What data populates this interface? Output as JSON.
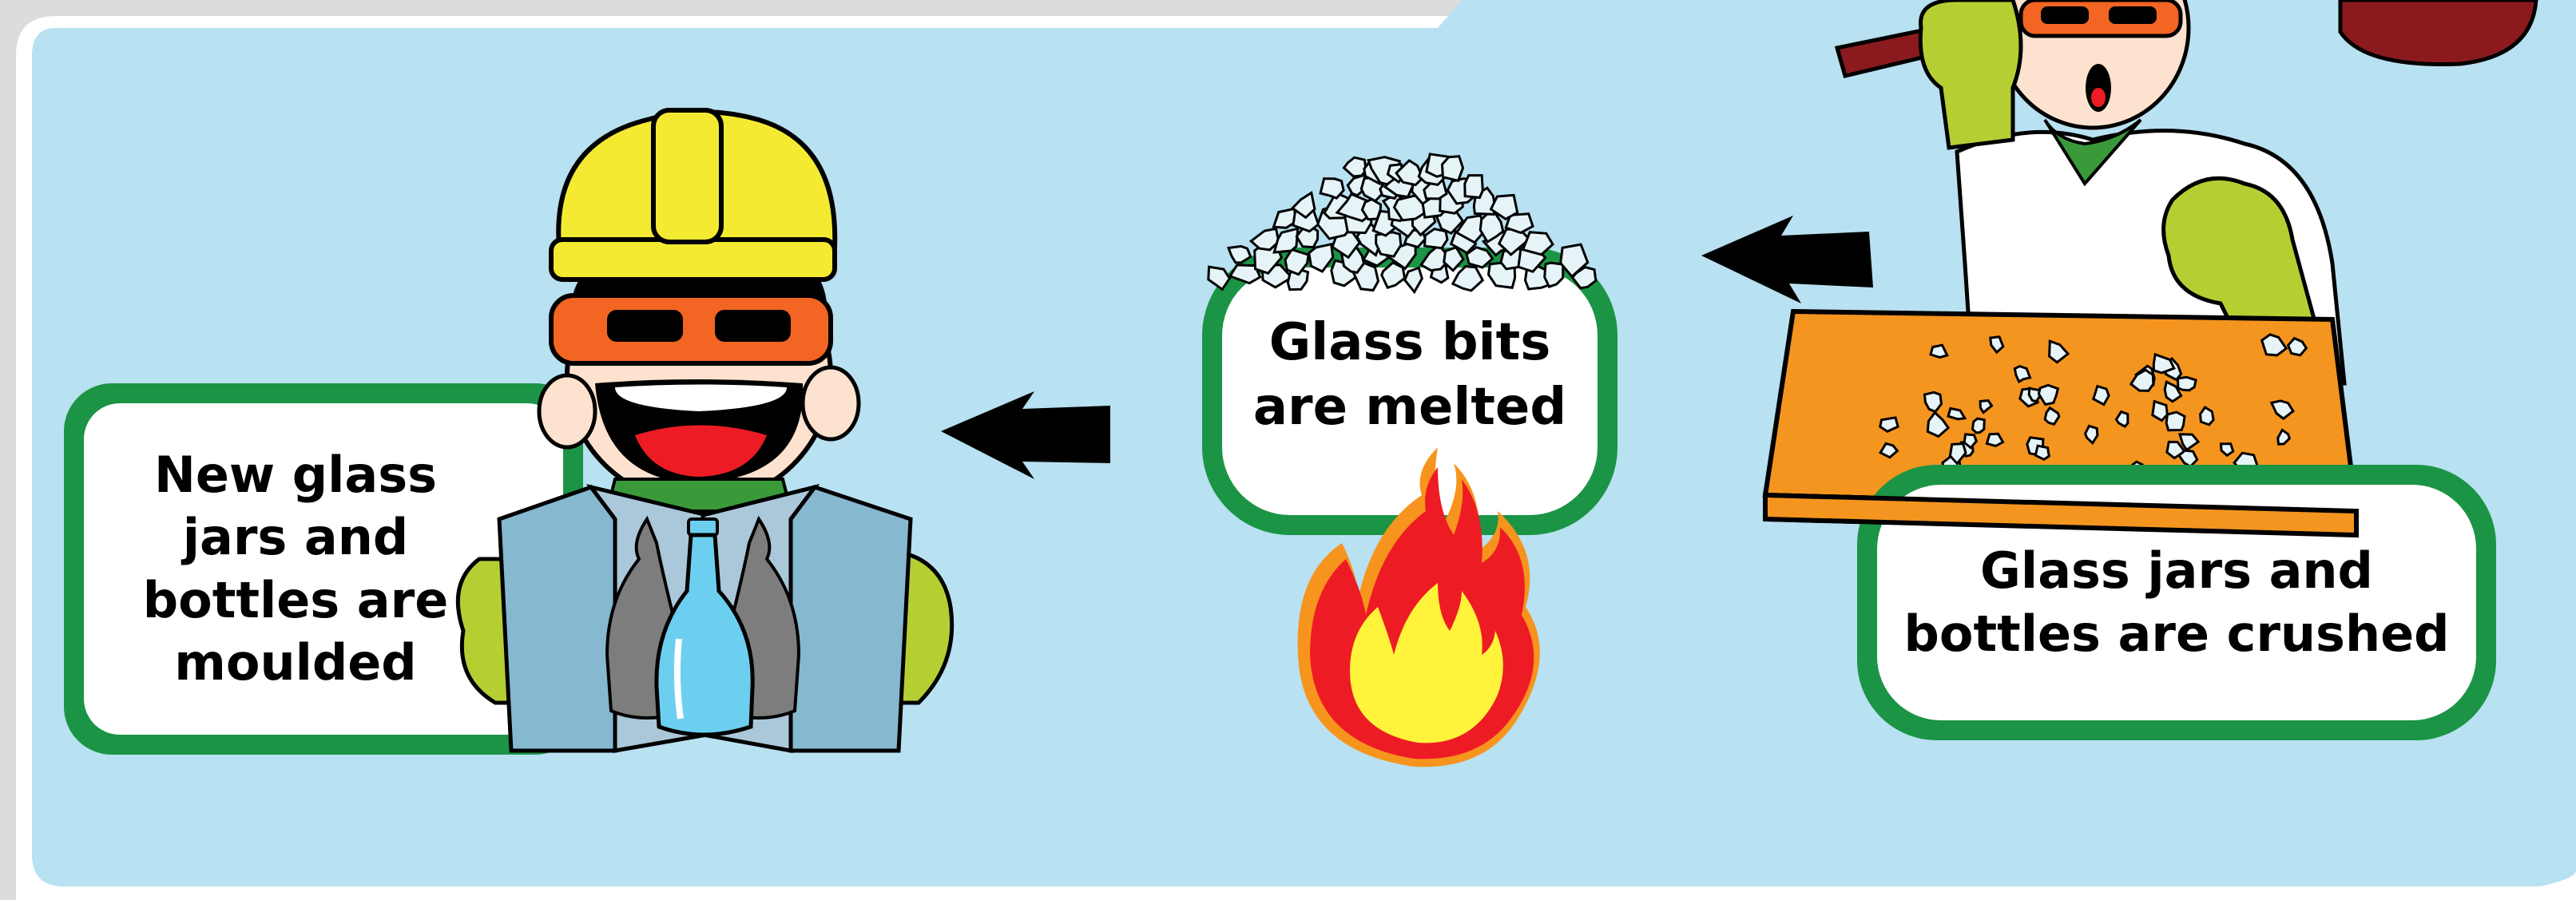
{
  "steps": [
    {
      "id": "crushed",
      "text": "Glass jars and\nbottles are crushed"
    },
    {
      "id": "melted",
      "text": "Glass bits\nare melted"
    },
    {
      "id": "moulded",
      "text": "New glass\njars and\nbottles are\nmoulded"
    }
  ],
  "colors": {
    "background": "#b8e1f1",
    "frame": "#ffffff",
    "box_border": "#1b9445",
    "box_fill": "#ffffff",
    "arrow": "#000000",
    "table": "#f4951f",
    "helmet": "#f5ea32",
    "goggles": "#f26522",
    "glove": "#b5cf33",
    "mould": "#86b8cf",
    "bottle": "#6dcff0",
    "flame_outer": "#ed1c24",
    "flame_inner": "#fff33b",
    "hammer": "#8b1a1e"
  },
  "icons": [
    "left-arrow-icon",
    "flame-icon",
    "glass-pile-icon",
    "mould-icon",
    "bottle-icon",
    "hammer-icon"
  ]
}
